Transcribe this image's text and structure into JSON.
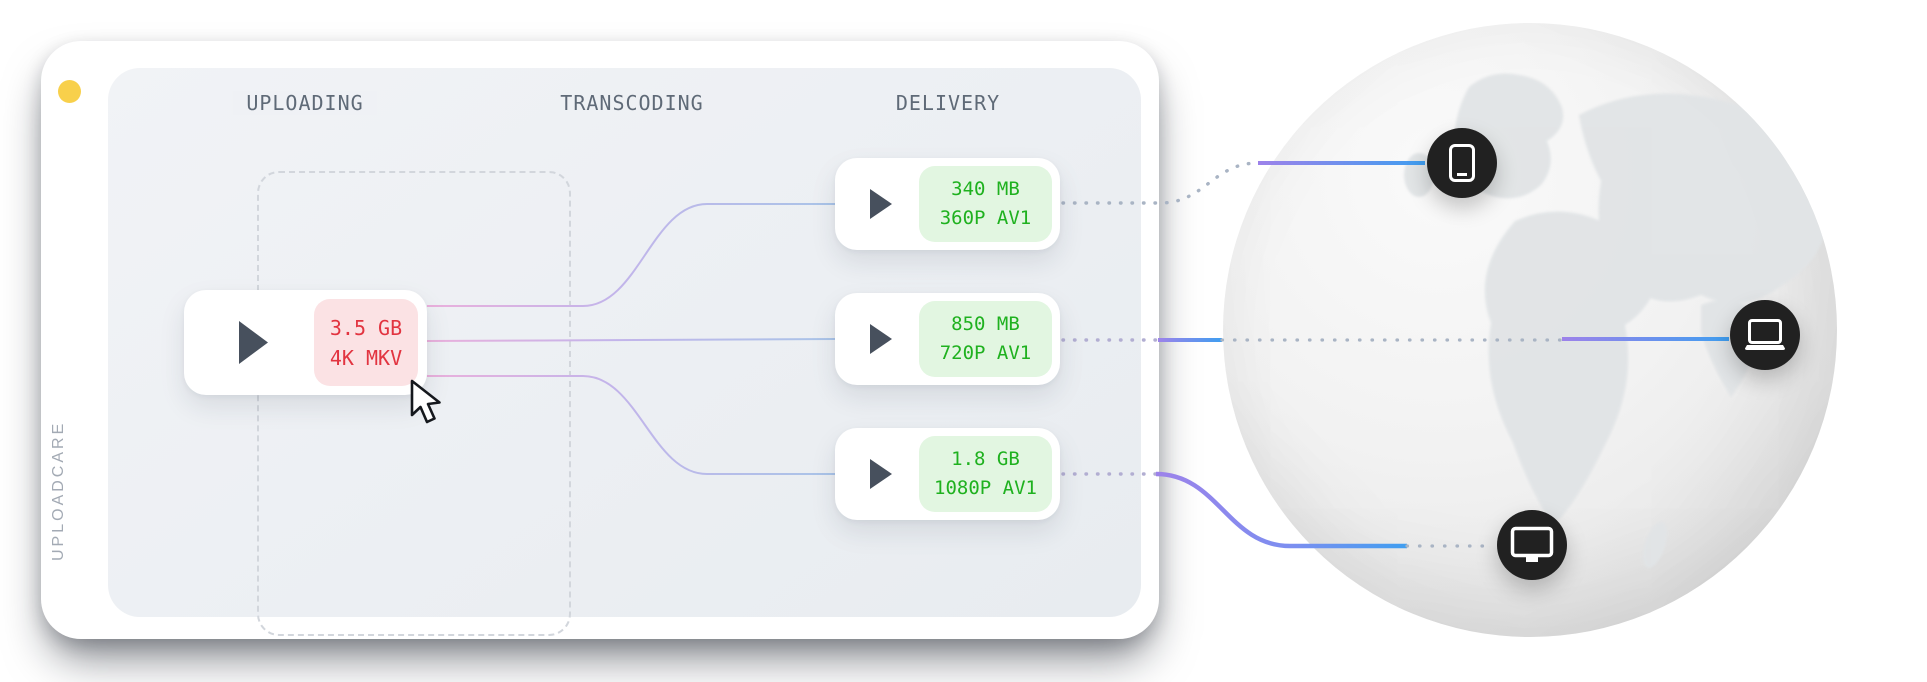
{
  "brand": {
    "name": "UPLOADCARE"
  },
  "window": {
    "traffic_light_color": "#f8d04b"
  },
  "stages": {
    "uploading": {
      "label": "UPLOADING"
    },
    "transcoding": {
      "label": "TRANSCODING"
    },
    "delivery": {
      "label": "DELIVERY"
    }
  },
  "source_file": {
    "size": "3.5 GB",
    "format": "4K MKV",
    "badge_color": "#fbe2e4",
    "text_color": "#e23440",
    "play_icon": "play-icon"
  },
  "outputs": [
    {
      "size": "340 MB",
      "format": "360P AV1"
    },
    {
      "size": "850 MB",
      "format": "720P AV1"
    },
    {
      "size": "1.8 GB",
      "format": "1080P AV1"
    }
  ],
  "output_style": {
    "badge_color": "#e2f6e1",
    "text_color": "#1fb11f",
    "play_icon": "play-icon"
  },
  "devices": [
    {
      "icon": "smartphone-icon"
    },
    {
      "icon": "laptop-icon"
    },
    {
      "icon": "tv-icon"
    }
  ],
  "line_colors": {
    "pink": "#e7a9da",
    "purple": "#9d82ea",
    "blue": "#3f9ef0",
    "dotted": "#a9b4c4"
  },
  "cursor": {
    "type": "arrow-pointer"
  }
}
